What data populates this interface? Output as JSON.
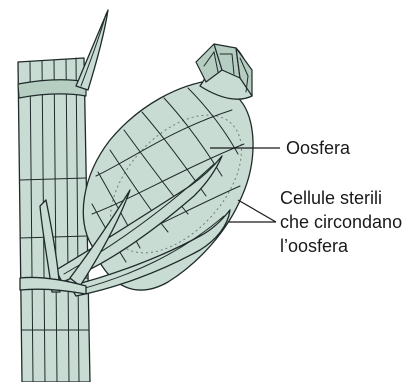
{
  "labels": {
    "egg_cell": "Oosfera",
    "sterile_cells_line1": "Cellule sterili",
    "sterile_cells_line2": "che circondano",
    "sterile_cells_line3": "l’oosfera"
  },
  "colors": {
    "tissue_fill": "#c9dcd3",
    "tissue_fill_dark": "#b6cdc2",
    "outline": "#1f2a2a",
    "background": "#ffffff"
  }
}
